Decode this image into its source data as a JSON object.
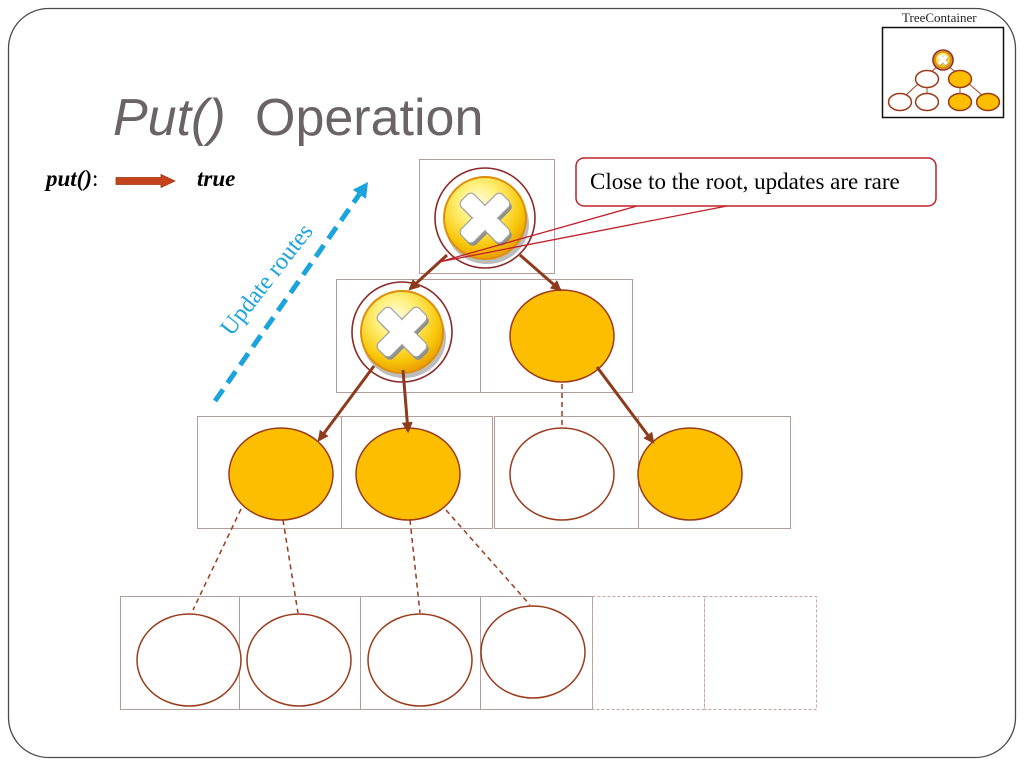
{
  "title": {
    "method": "Put()",
    "word": "Operation"
  },
  "legend": {
    "call": "put()",
    "colon": ":",
    "result": "true"
  },
  "route_label": "Update routes",
  "callout": {
    "text": "Close to the root, updates are rare"
  },
  "tree_container": {
    "label": "TreeContainer",
    "nodes": [
      "x-circle-icon",
      "empty-circle-icon",
      "filled-circle-icon",
      "empty-circle-icon",
      "empty-circle-icon",
      "filled-circle-icon",
      "filled-circle-icon"
    ]
  },
  "tree": {
    "nodes": [
      "x-circle-icon",
      "x-circle-icon",
      "filled-circle-icon",
      "filled-circle-icon",
      "filled-circle-icon",
      "empty-circle-icon",
      "filled-circle-icon",
      "empty-circle-icon",
      "empty-circle-icon",
      "empty-circle-icon",
      "empty-circle-icon"
    ]
  },
  "colors": {
    "title": "#6b6466",
    "filled_node": "#fdbe00",
    "node_outline": "#9a3b1c",
    "edge": "#8e3a1d",
    "route_arrow": "#1aa3dd",
    "callout_border": "#c0202a",
    "put_arrow": "#c4431c",
    "slot_border": "#b39c9c"
  }
}
